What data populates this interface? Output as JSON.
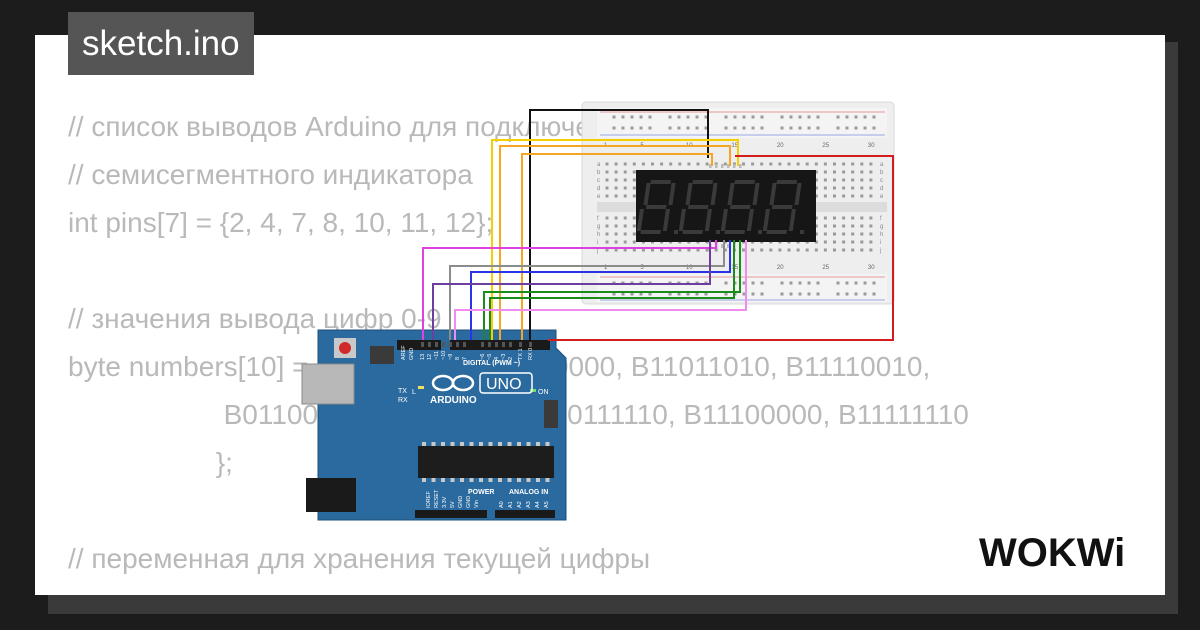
{
  "tab": {
    "title": "sketch.ino"
  },
  "code_lines": [
    "// список выводов Arduino для подключения к разрядам a-g",
    "// семисегментного индикатора",
    "int pins[7] = {2, 4, 7, 8, 10, 11, 12};",
    "",
    "// значения вывода цифр 0-9",
    "byte numbers[10] = {B11111100, B01100000, B11011010, B11110010,",
    "                    B01100110, B10110110, B10111110, B11100000, B11111110",
    "                   };",
    "",
    "// переменная для хранения текущей цифры",
    "//"
  ],
  "arduino": {
    "model": "UNO",
    "brand": "ARDUINO",
    "header_digital": "DIGITAL (PWM ~)",
    "header_power": "POWER",
    "header_analog": "ANALOG IN",
    "label_aref": "AREF",
    "label_gnd": "GND",
    "label_tx": "TX",
    "label_rx": "RX",
    "label_on": "ON",
    "label_l": "L",
    "digital_pins": [
      "13",
      "12",
      "~11",
      "~10",
      "~9",
      "8",
      "7",
      "~6",
      "~5",
      "4",
      "~3",
      "2",
      "TX 1",
      "RX 0"
    ],
    "power_pins": [
      "IOREF",
      "RESET",
      "3.3V",
      "5V",
      "GND",
      "GND",
      "Vin"
    ],
    "analog_pins": [
      "A0",
      "A1",
      "A2",
      "A3",
      "A4",
      "A5"
    ]
  },
  "breadboard": {
    "col_numbers": [
      "1",
      "5",
      "10",
      "15",
      "20",
      "25",
      "30"
    ],
    "row_letters_top": [
      "a",
      "b",
      "c",
      "d",
      "e"
    ],
    "row_letters_bottom": [
      "f",
      "g",
      "h",
      "i",
      "j"
    ]
  },
  "display": {
    "digits": "8.8.8.8."
  },
  "logo": {
    "text": "WOKWi"
  },
  "colors": {
    "background": "#1c1c1c",
    "card": "#ffffff",
    "code_text": "#b9b9b9",
    "title_tag": "#555555",
    "arduino_board": "#2a6a9e",
    "display_body": "#161616",
    "segment_off": "#3a3a3a",
    "wire_black": "#111111",
    "wire_orange": "#f5a623",
    "wire_yellow": "#f5d000",
    "wire_magenta": "#e040e0",
    "wire_gray": "#8c8c8c",
    "wire_blue": "#2a34e6",
    "wire_purple": "#6a3fa0",
    "wire_green": "#1a8c1a",
    "wire_pink": "#f08cf0",
    "wire_red": "#d41c1c"
  }
}
